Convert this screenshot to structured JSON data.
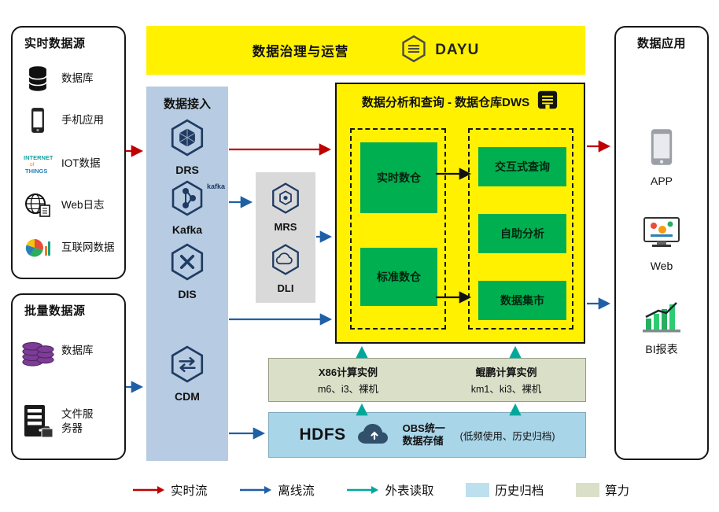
{
  "colors": {
    "realtime_flow": "#C00000",
    "offline_flow": "#1F5FA6",
    "external_read": "#00A89C",
    "archive_swatch": "#BCE0EE",
    "compute_swatch": "#DADFC8",
    "highlight_yellow": "#FFF100",
    "ingestion_panel": "#B7CCE2",
    "warehouse_green": "#00B050"
  },
  "realtime_sources": {
    "title": "实时数据源",
    "items": [
      {
        "label": "数据库",
        "icon": "database-icon"
      },
      {
        "label": "手机应用",
        "icon": "phone-icon"
      },
      {
        "label": "IOT数据",
        "icon": "iot-icon"
      },
      {
        "label": "Web日志",
        "icon": "web-log-icon"
      },
      {
        "label": "互联网数据",
        "icon": "internet-data-icon"
      }
    ]
  },
  "batch_sources": {
    "title": "批量数据源",
    "items": [
      {
        "label": "数据库",
        "icon": "purple-database-icon"
      },
      {
        "label": "文件服务器",
        "icon": "file-server-icon"
      }
    ]
  },
  "governance": {
    "title": "数据治理与运营",
    "product": "DAYU"
  },
  "ingestion": {
    "title": "数据接入",
    "services": [
      "DRS",
      "Kafka",
      "DIS",
      "CDM"
    ],
    "kafka_logo_text": "kafka"
  },
  "processing": {
    "services": [
      "MRS",
      "DLI"
    ]
  },
  "dws": {
    "title": "数据分析和查询 - 数据仓库DWS",
    "warehouses": [
      "实时数仓",
      "标准数仓"
    ],
    "applications": [
      "交互式查询",
      "自助分析",
      "数据集市"
    ]
  },
  "compute": {
    "x86": {
      "title": "X86计算实例",
      "detail": "m6、i3、裸机"
    },
    "kunpeng": {
      "title": "鲲鹏计算实例",
      "detail": "km1、ki3、裸机"
    }
  },
  "storage": {
    "hdfs_label": "HDFS",
    "obs_title": "OBS统一数据存储",
    "obs_note": "(低频使用、历史归档)"
  },
  "applications": {
    "title": "数据应用",
    "items": [
      {
        "label": "APP",
        "icon": "app-phone-icon"
      },
      {
        "label": "Web",
        "icon": "web-monitor-icon"
      },
      {
        "label": "BI报表",
        "icon": "bi-chart-icon"
      }
    ]
  },
  "legend": {
    "items": [
      {
        "label": "实时流",
        "type": "arrow",
        "color": "#C00000"
      },
      {
        "label": "离线流",
        "type": "arrow",
        "color": "#1F5FA6"
      },
      {
        "label": "外表读取",
        "type": "arrow",
        "color": "#00A89C"
      },
      {
        "label": "历史归档",
        "type": "swatch",
        "color": "#BCE0EE"
      },
      {
        "label": "算力",
        "type": "swatch",
        "color": "#DADFC8"
      }
    ]
  }
}
